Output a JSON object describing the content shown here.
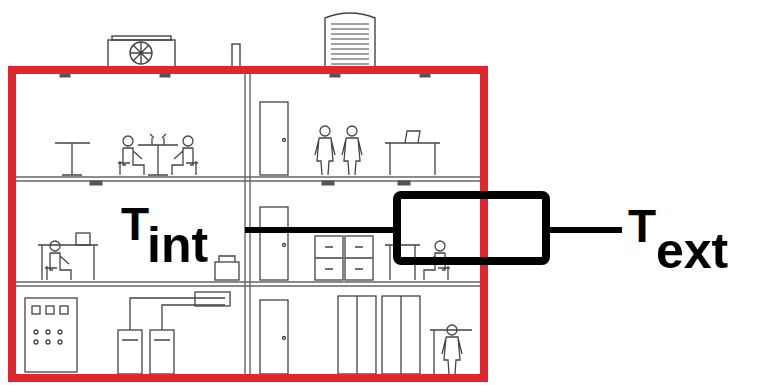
{
  "diagram": {
    "labels": [
      "T",
      "int",
      "T",
      "ext"
    ]
  }
}
